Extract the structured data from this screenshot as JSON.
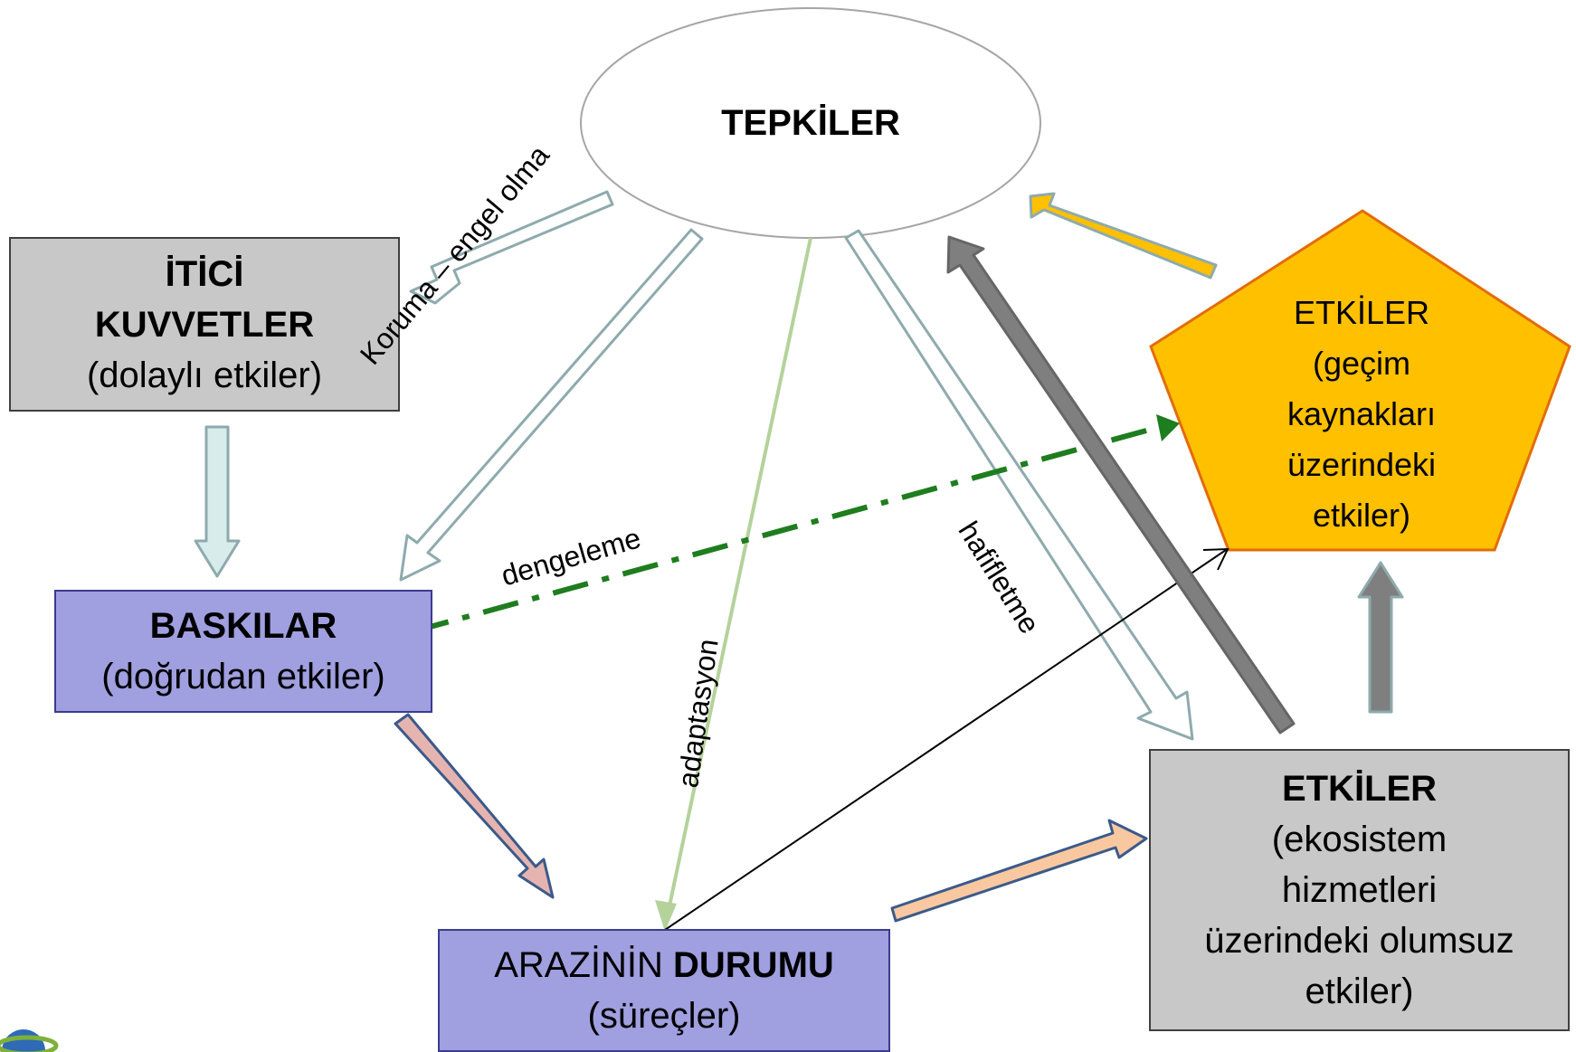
{
  "nodes": {
    "responses": {
      "title": "TEPKİLER"
    },
    "drivers": {
      "line1": "İTİCİ",
      "line2": "KUVVETLER",
      "line3": "(dolaylı etkiler)"
    },
    "pressures": {
      "title": "BASKILAR",
      "subtitle": "(doğrudan etkiler)"
    },
    "state": {
      "prefix": "ARAZİNİN ",
      "title": "DURUMU",
      "subtitle": "(süreçler)"
    },
    "impacts_ecosystem": {
      "title": "ETKİLER",
      "line1": "(ekosistem",
      "line2": "hizmetleri",
      "line3": "üzerindeki olumsuz",
      "line4": "etkiler)"
    },
    "impacts_livelihood": {
      "title": "ETKİLER",
      "line1": "(geçim",
      "line2": "kaynakları",
      "line3": "üzerindeki",
      "line4": "etkiler)"
    }
  },
  "edge_labels": {
    "protection": "Koruma – engel olma",
    "balancing": "dengeleme",
    "adaptation": "adaptasyon",
    "mitigation": "hafifletme"
  },
  "colors": {
    "grey_box": "#c8c8c8",
    "purple_box": "#a09fdf",
    "yellow_pentagon": "#ffc000",
    "pentagon_border": "#e36c09",
    "teal_outline": "#8eaaad",
    "pink_arrow": "#e6b4b0",
    "peach_arrow": "#fac8a0",
    "green_dash": "#1e7d1e",
    "light_green": "#b4d29a",
    "dark_grey": "#7f7f7f"
  }
}
